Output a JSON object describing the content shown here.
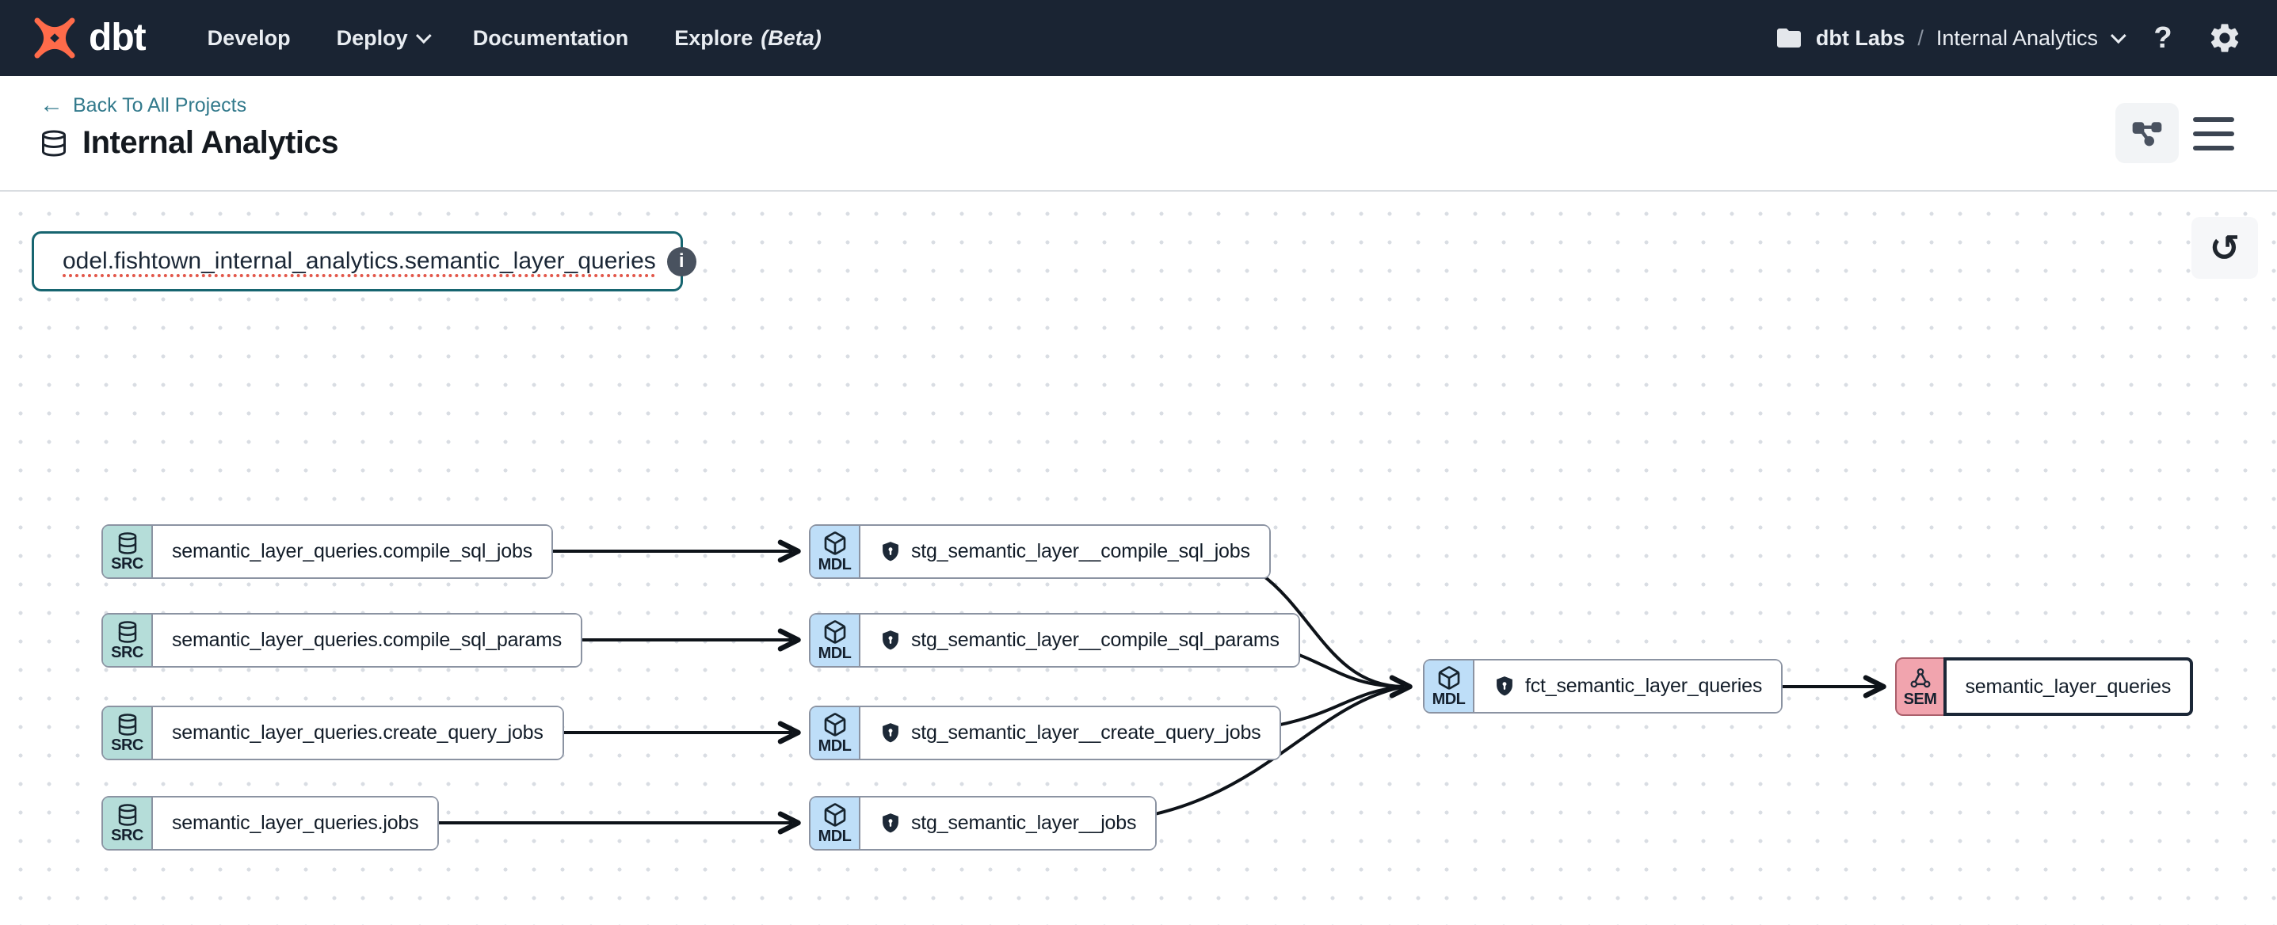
{
  "navbar": {
    "brand": "dbt",
    "items": {
      "develop": "Develop",
      "deploy": "Deploy",
      "documentation": "Documentation",
      "explore": "Explore",
      "explore_suffix": "(Beta)"
    },
    "account": "dbt Labs",
    "separator": "/",
    "project": "Internal Analytics"
  },
  "header": {
    "back_link": "Back To All Projects",
    "title": "Internal Analytics"
  },
  "search": {
    "value": "odel.fishtown_internal_analytics.semantic_layer_queries",
    "info_glyph": "i"
  },
  "reset": {
    "glyph": "↺"
  },
  "graph": {
    "nodes": [
      {
        "badge": "SRC",
        "label": "semantic_layer_queries.compile_sql_jobs",
        "type": "source",
        "protected": false,
        "selected": false
      },
      {
        "badge": "SRC",
        "label": "semantic_layer_queries.compile_sql_params",
        "type": "source",
        "protected": false,
        "selected": false
      },
      {
        "badge": "SRC",
        "label": "semantic_layer_queries.create_query_jobs",
        "type": "source",
        "protected": false,
        "selected": false
      },
      {
        "badge": "SRC",
        "label": "semantic_layer_queries.jobs",
        "type": "source",
        "protected": false,
        "selected": false
      },
      {
        "badge": "MDL",
        "label": "stg_semantic_layer__compile_sql_jobs",
        "type": "model",
        "protected": true,
        "selected": false
      },
      {
        "badge": "MDL",
        "label": "stg_semantic_layer__compile_sql_params",
        "type": "model",
        "protected": true,
        "selected": false
      },
      {
        "badge": "MDL",
        "label": "stg_semantic_layer__create_query_jobs",
        "type": "model",
        "protected": true,
        "selected": false
      },
      {
        "badge": "MDL",
        "label": "stg_semantic_layer__jobs",
        "type": "model",
        "protected": true,
        "selected": false
      },
      {
        "badge": "MDL",
        "label": "fct_semantic_layer_queries",
        "type": "model",
        "protected": true,
        "selected": false
      },
      {
        "badge": "SEM",
        "label": "semantic_layer_queries",
        "type": "semantic",
        "protected": false,
        "selected": true
      }
    ]
  }
}
